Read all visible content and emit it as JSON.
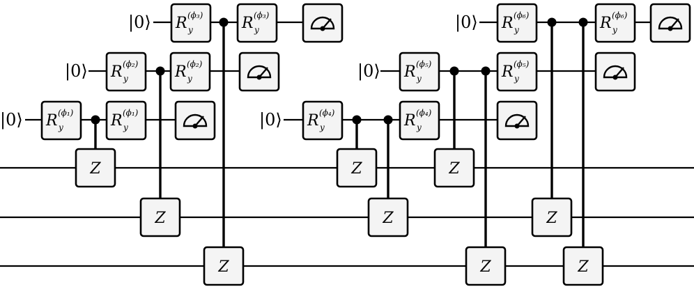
{
  "ket_label": "|0⟩",
  "rotation_gate": {
    "base": "R",
    "sub": "y"
  },
  "z_gate_label": "Z",
  "gates": [
    {
      "id": "phi1",
      "angle": "(ϕ₁)"
    },
    {
      "id": "phi2",
      "angle": "(ϕ₂)"
    },
    {
      "id": "phi3",
      "angle": "(ϕ₃)"
    },
    {
      "id": "phi4",
      "angle": "(ϕ₄)"
    },
    {
      "id": "phi5",
      "angle": "(ϕ₅)"
    },
    {
      "id": "phi6",
      "angle": "(ϕ₆)"
    }
  ],
  "measure_icon": "measurement-meter-icon",
  "control_icon": "control-dot-icon"
}
